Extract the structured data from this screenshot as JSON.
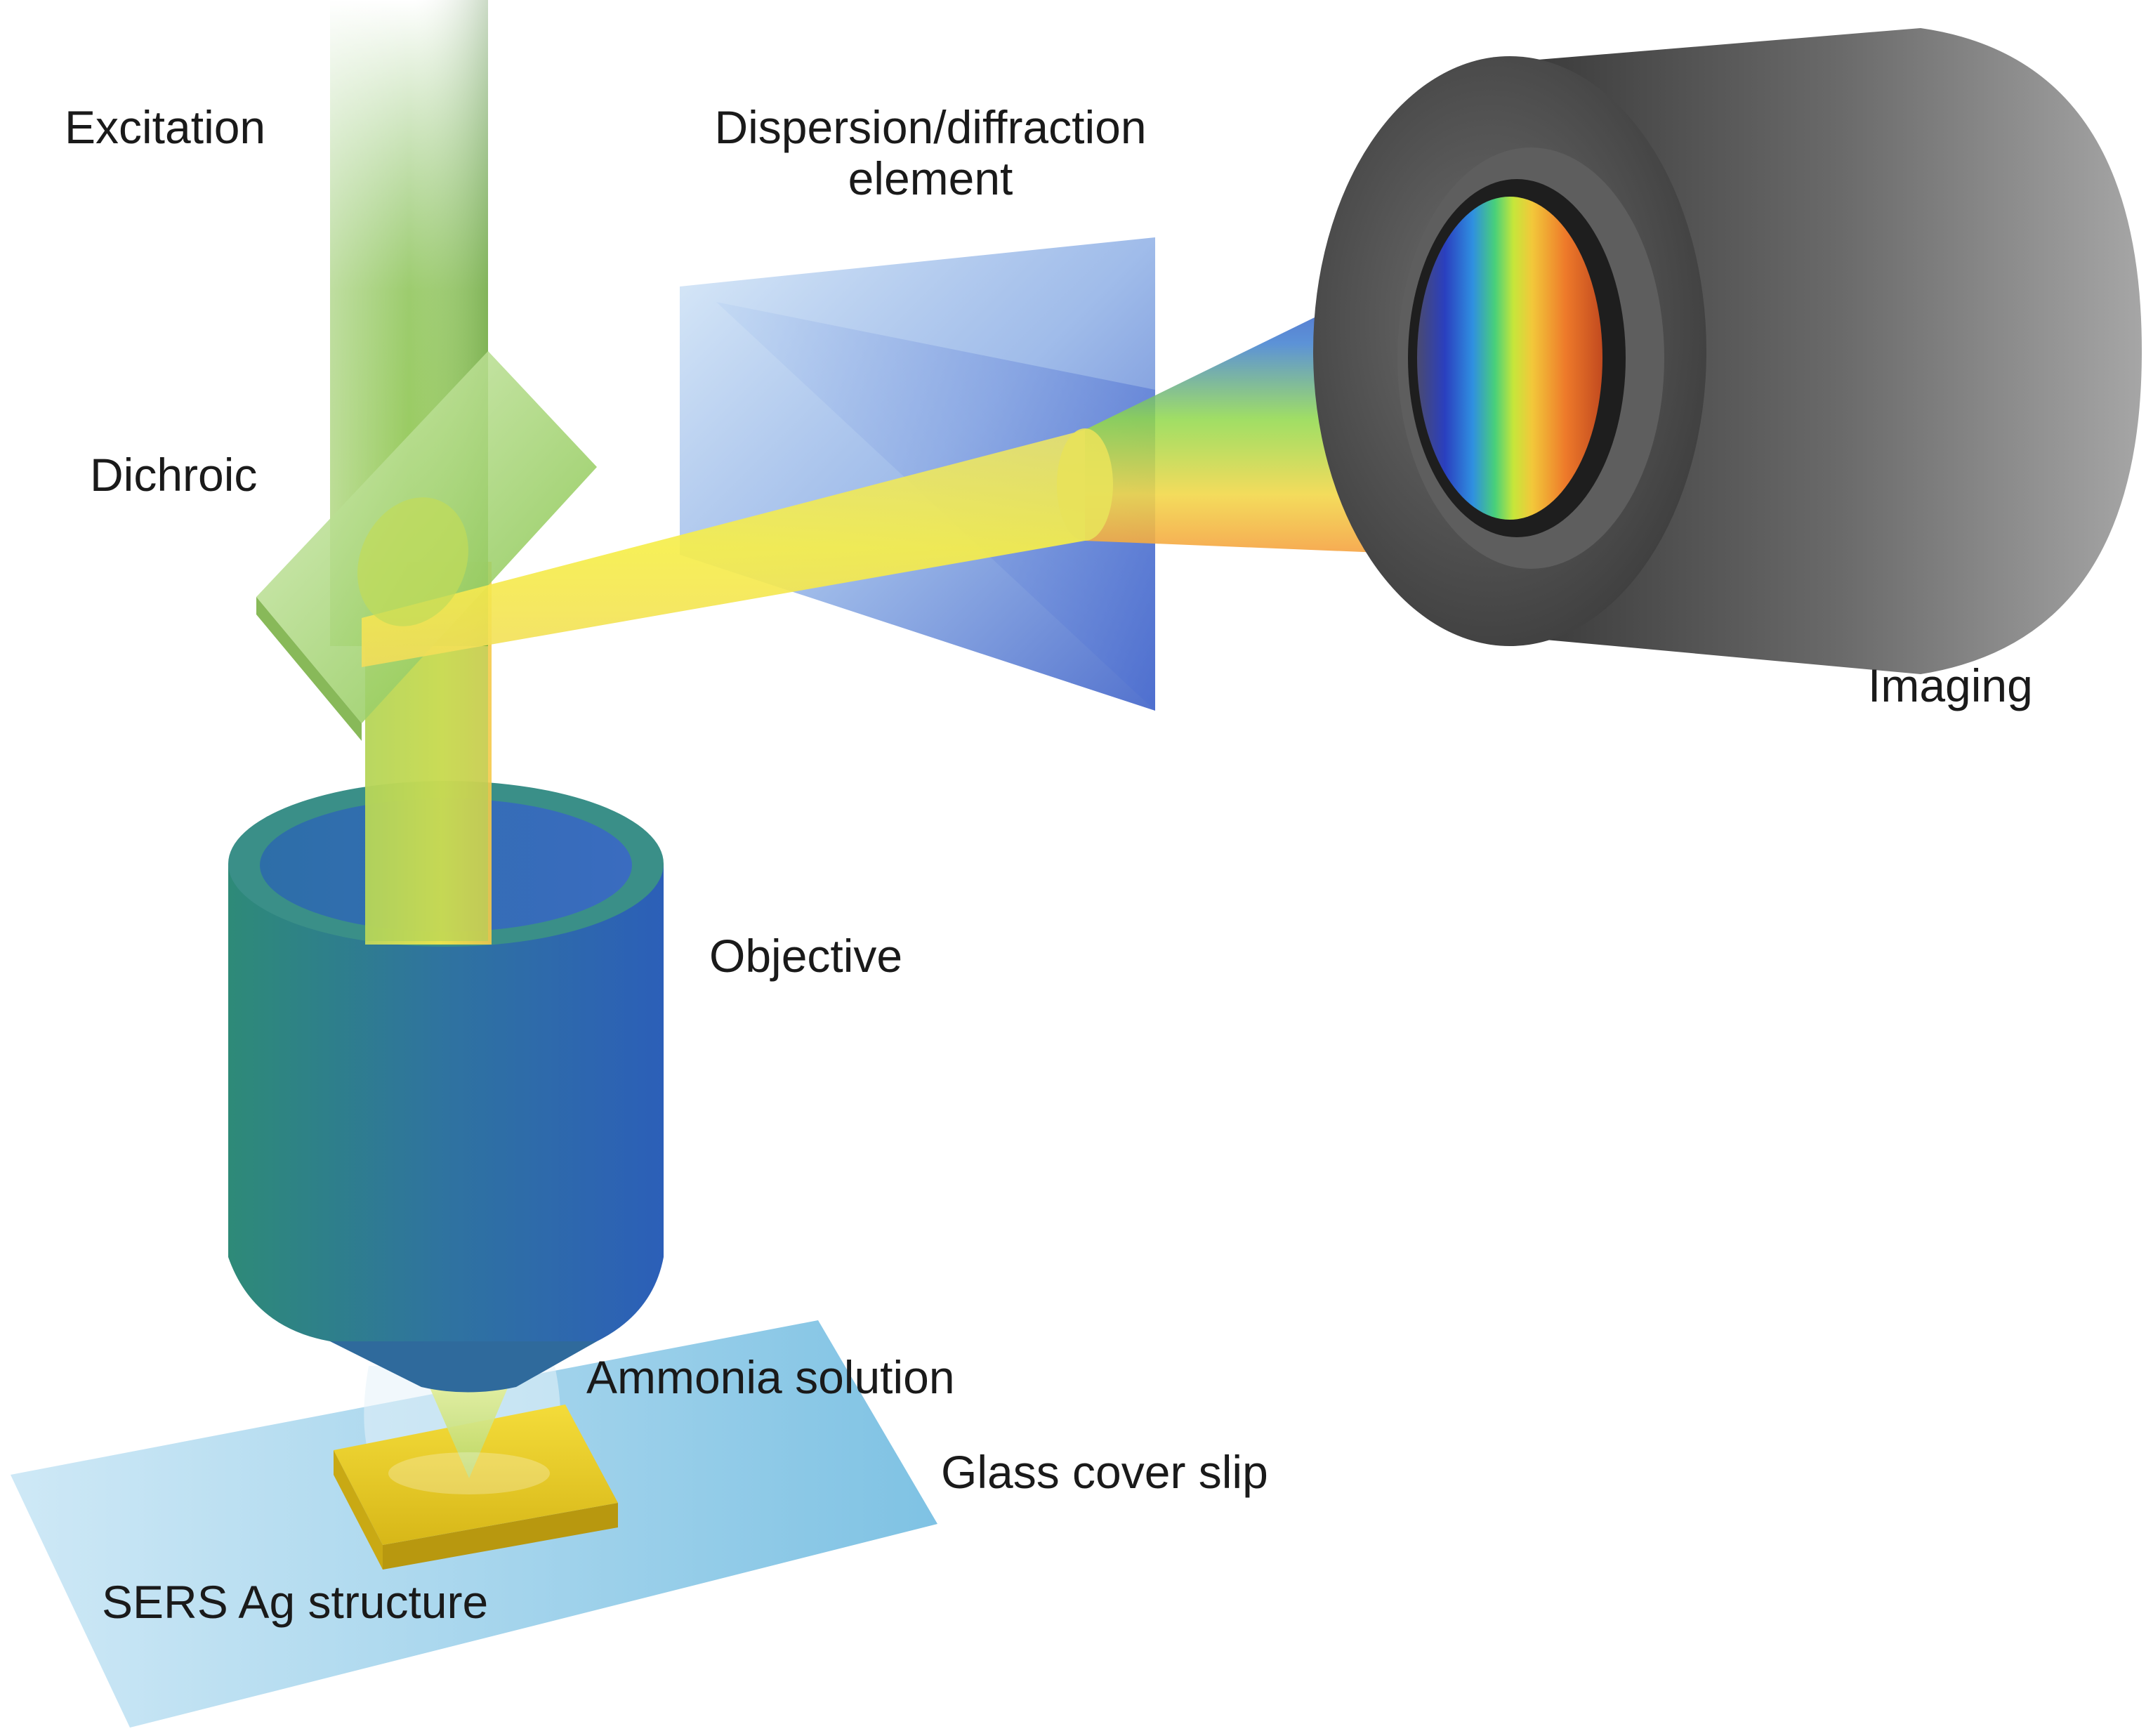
{
  "labels": {
    "excitation": "Excitation",
    "dispersion_line1": "Dispersion/diffraction",
    "dispersion_line2": "element",
    "dichroic": "Dichroic",
    "imaging": "Imaging",
    "objective": "Objective",
    "ammonia": "Ammonia solution",
    "glass": "Glass cover slip",
    "sers": "SERS Ag structure"
  }
}
